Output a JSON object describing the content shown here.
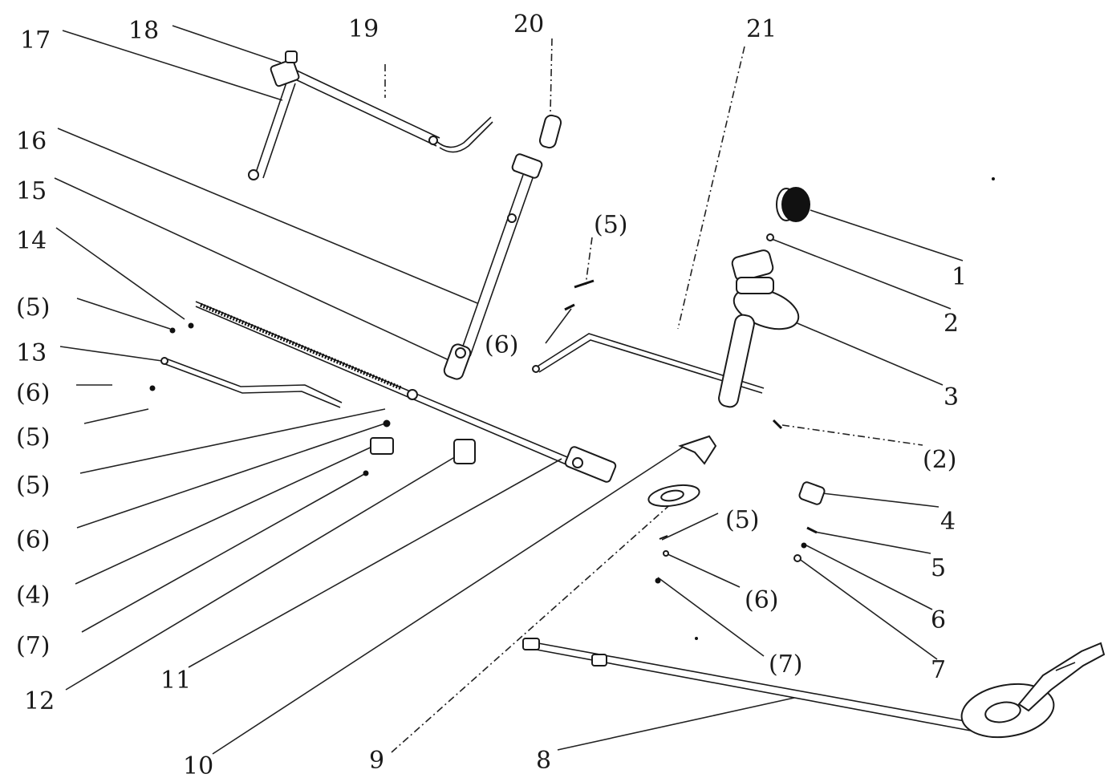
{
  "labels": {
    "l17": "17",
    "l18": "18",
    "l19": "19",
    "l20": "20",
    "l21": "21",
    "l16": "16",
    "l15": "15",
    "l14": "14",
    "l5a": "(5)",
    "l13": "13",
    "l6a": "(6)",
    "l5b": "(5)",
    "l5c": "(5)",
    "l6b": "(6)",
    "l4a": "(4)",
    "l7a": "(7)",
    "l12": "12",
    "l11": "11",
    "l10": "10",
    "l9": "9",
    "l8": "8",
    "l5top": "(5)",
    "l6mid": "(6)",
    "l1": "1",
    "l2": "2",
    "l3": "3",
    "l2p": "(2)",
    "l4": "4",
    "l5": "5",
    "l6": "6",
    "l7": "7",
    "l5m": "(5)",
    "l6m": "(6)",
    "l7m": "(7)"
  },
  "colors": {
    "ink": "#1a1a1a",
    "background": "#ffffff"
  }
}
